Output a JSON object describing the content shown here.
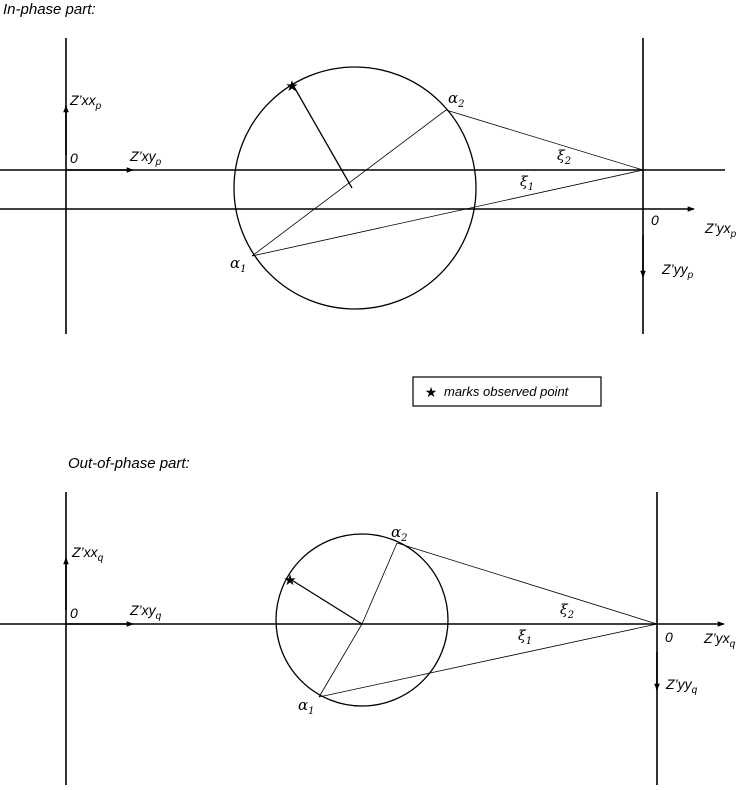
{
  "in_phase": {
    "title": "In-phase part:",
    "zero_left": "0",
    "zero_right": "0",
    "axis_zxx": "Z’xx",
    "axis_zxx_sub": "p",
    "axis_zxy": "Z’xy",
    "axis_zxy_sub": "p",
    "axis_zyx": "Z’yx",
    "axis_zyx_sub": "p",
    "axis_zyy": "Z’yy",
    "axis_zyy_sub": "p",
    "alpha1": "α",
    "alpha1_sub": "1",
    "alpha2": "α",
    "alpha2_sub": "2",
    "xi1": "ξ",
    "xi1_sub": "1",
    "xi2": "ξ",
    "xi2_sub": "2"
  },
  "legend": {
    "star": "★",
    "text": "marks observed point"
  },
  "out_phase": {
    "title": "Out-of-phase part:",
    "zero_left": "0",
    "zero_right": "0",
    "axis_zxx": "Z’xx",
    "axis_zxx_sub": "q",
    "axis_zxy": "Z’xy",
    "axis_zxy_sub": "q",
    "axis_zyx": "Z’yx",
    "axis_zyx_sub": "q",
    "axis_zyy": "Z’yy",
    "axis_zyy_sub": "q",
    "alpha1": "α",
    "alpha1_sub": "1",
    "alpha2": "α",
    "alpha2_sub": "2",
    "xi1": "ξ",
    "xi1_sub": "1",
    "xi2": "ξ",
    "xi2_sub": "2"
  }
}
